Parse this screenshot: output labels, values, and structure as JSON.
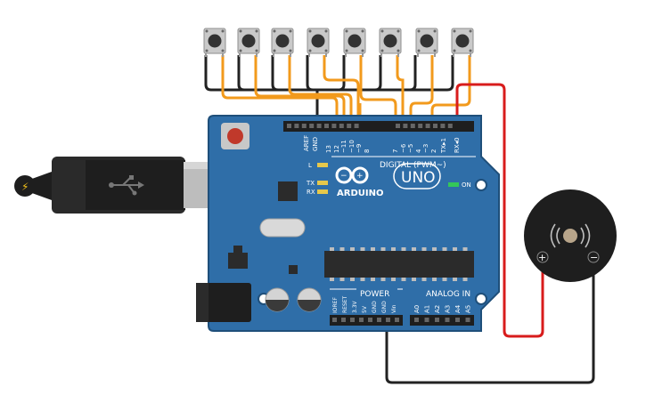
{
  "board": {
    "brand": "ARDUINO",
    "model": "UNO",
    "digital_header": "DIGITAL (PWM~)",
    "analog_header": "ANALOG IN",
    "power_header": "POWER",
    "on_label": "ON",
    "aref": "AREF",
    "gnd": "GND",
    "led_l": "L",
    "led_tx": "TX",
    "led_rx": "RX",
    "digital_pins": [
      "13",
      "12",
      "~11",
      "~10",
      "~9",
      "8",
      "7",
      "~6",
      "~5",
      "4",
      "~3",
      "2",
      "TX▸1",
      "RX◂0"
    ],
    "power_pins": [
      "IOREF",
      "RESET",
      "3.3V",
      "5V",
      "GND",
      "GND",
      "Vin"
    ],
    "analog_pins": [
      "A0",
      "A1",
      "A2",
      "A3",
      "A4",
      "A5"
    ]
  },
  "buzzer": {
    "plus": "+",
    "minus": "−"
  },
  "colors": {
    "board": "#2f6ea8",
    "board_edge": "#1f4f7a",
    "wire_orange": "#f29a1c",
    "wire_black": "#222222",
    "wire_red": "#d81c1c",
    "button_body": "#c9c9c9",
    "chip": "#2b2b2b",
    "usb_metal": "#bdbdbd"
  },
  "icons": [
    "usb-plug-icon",
    "usb-symbol-icon",
    "arduino-infinity-logo-icon",
    "sound-wave-icon"
  ]
}
